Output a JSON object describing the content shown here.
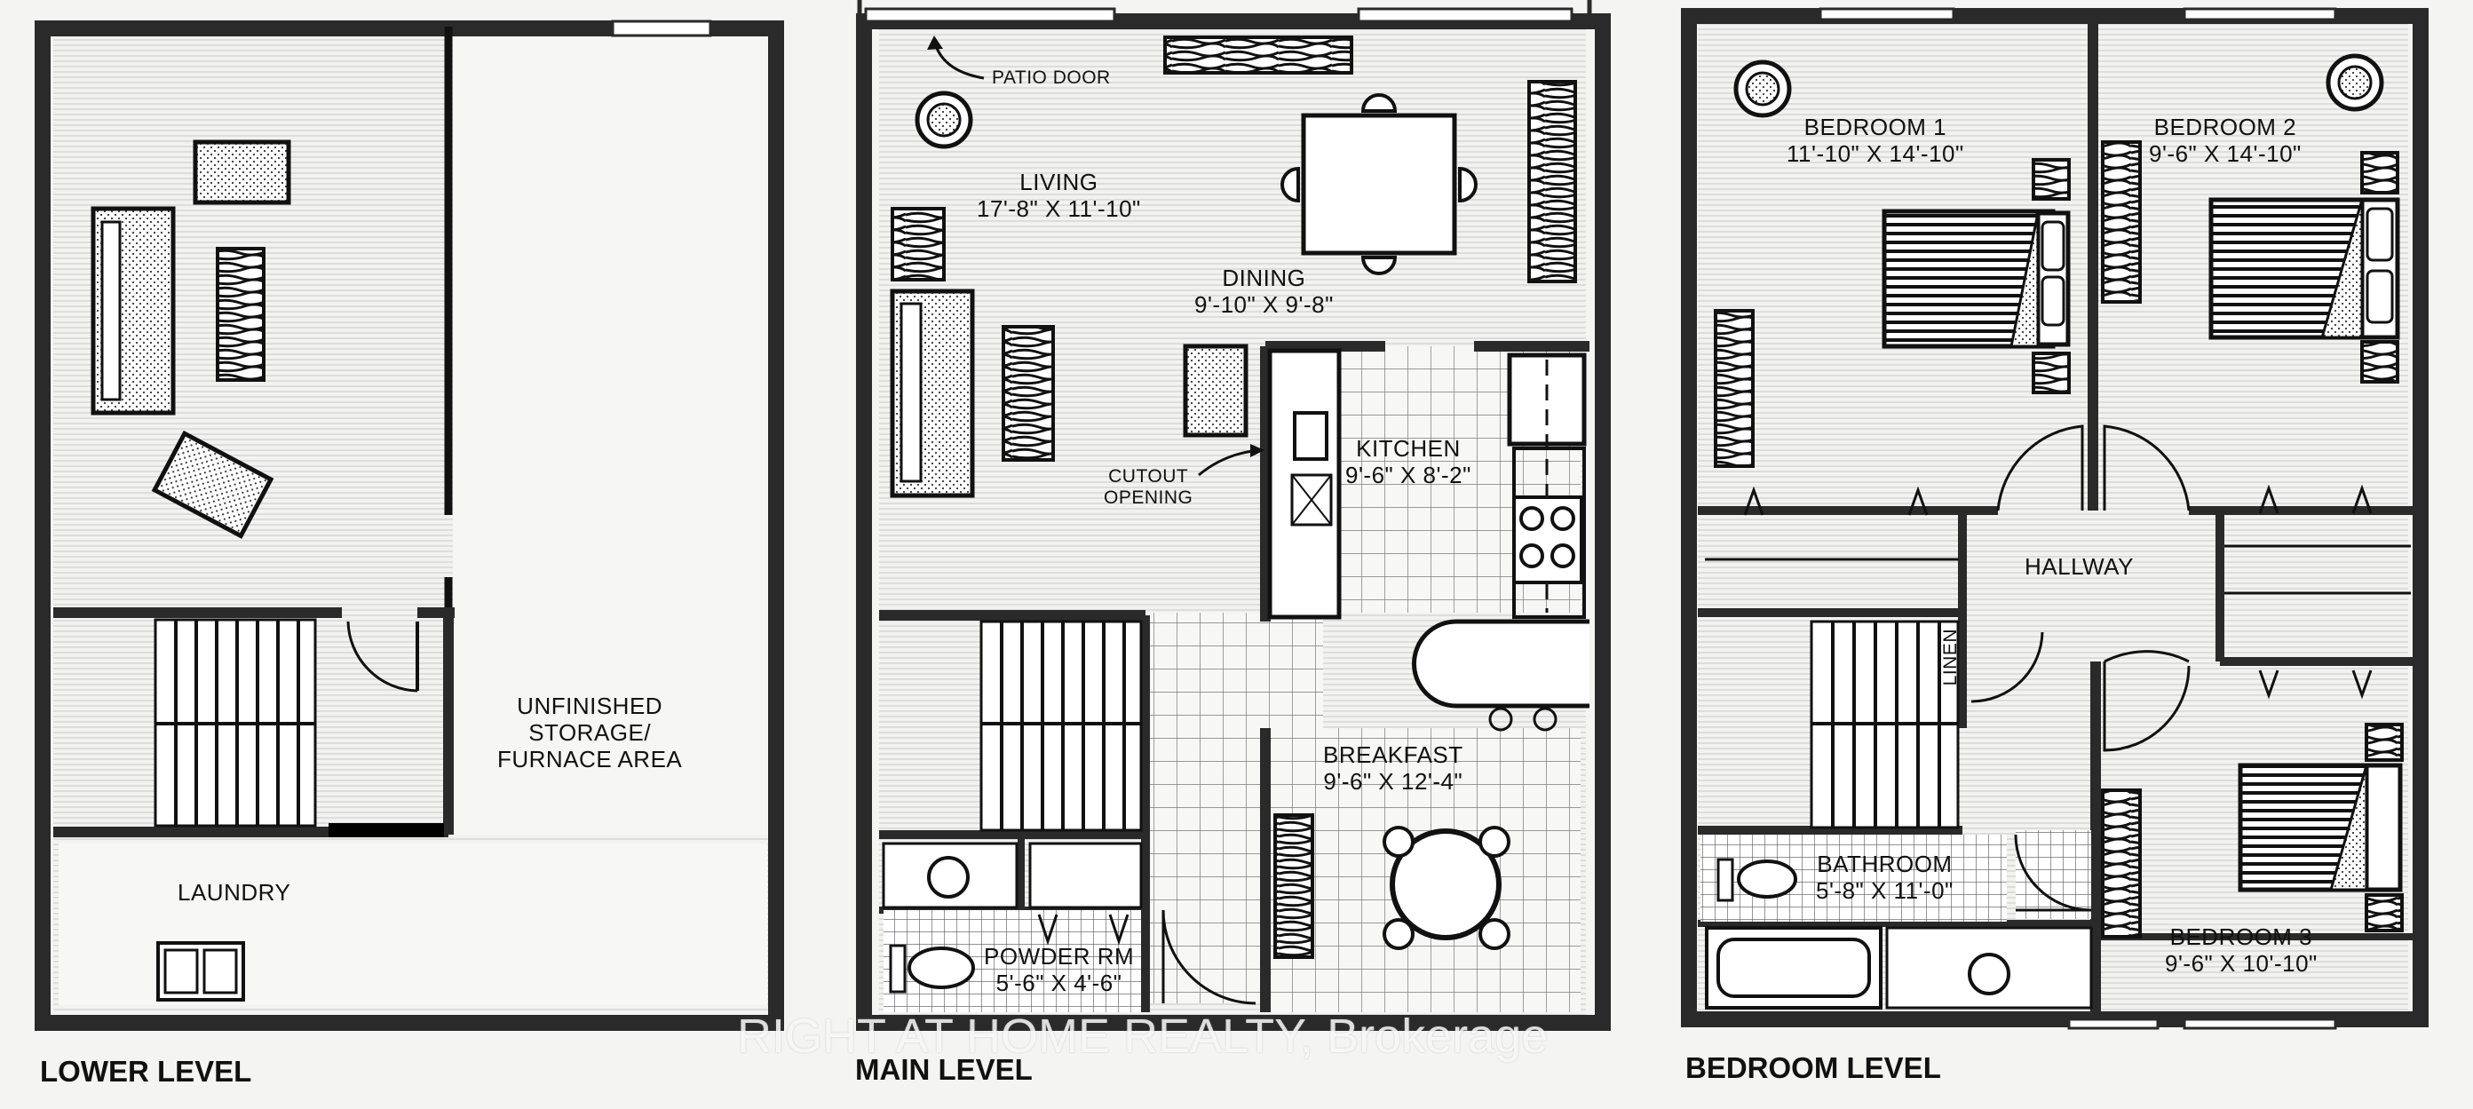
{
  "levels": {
    "lower": "LOWER LEVEL",
    "main": "MAIN LEVEL",
    "bedroom": "BEDROOM LEVEL"
  },
  "rooms": {
    "storage": {
      "name": "UNFINISHED\nSTORAGE/\nFURNACE AREA"
    },
    "laundry": {
      "name": "LAUNDRY"
    },
    "living": {
      "name": "LIVING",
      "dim": "17'-8\" X 11'-10\""
    },
    "dining": {
      "name": "DINING",
      "dim": "9'-10\" X 9'-8\""
    },
    "kitchen": {
      "name": "KITCHEN",
      "dim": "9'-6\" X 8'-2\""
    },
    "breakfast": {
      "name": "BREAKFAST",
      "dim": "9'-6\" X 12'-4\""
    },
    "powder": {
      "name": "POWDER RM",
      "dim": "5'-6\" X 4'-6\""
    },
    "bedroom1": {
      "name": "BEDROOM 1",
      "dim": "11'-10\" X 14'-10\""
    },
    "bedroom2": {
      "name": "BEDROOM 2",
      "dim": "9'-6\" X 14'-10\""
    },
    "bedroom3": {
      "name": "BEDROOM 3",
      "dim": "9'-6\" X 10'-10\""
    },
    "bathroom": {
      "name": "BATHROOM",
      "dim": "5'-8\" X 11'-0\""
    },
    "hallway": {
      "name": "HALLWAY"
    },
    "linen": {
      "name": "LINEN"
    }
  },
  "annotations": {
    "patio_door": "PATIO DOOR",
    "cutout": "CUTOUT\nOPENING"
  },
  "watermark": "RIGHT AT HOME REALTY, Brokerage",
  "colors": {
    "wall": "#2a2a2a",
    "ink": "#111111",
    "paper": "#f4f4f2"
  }
}
